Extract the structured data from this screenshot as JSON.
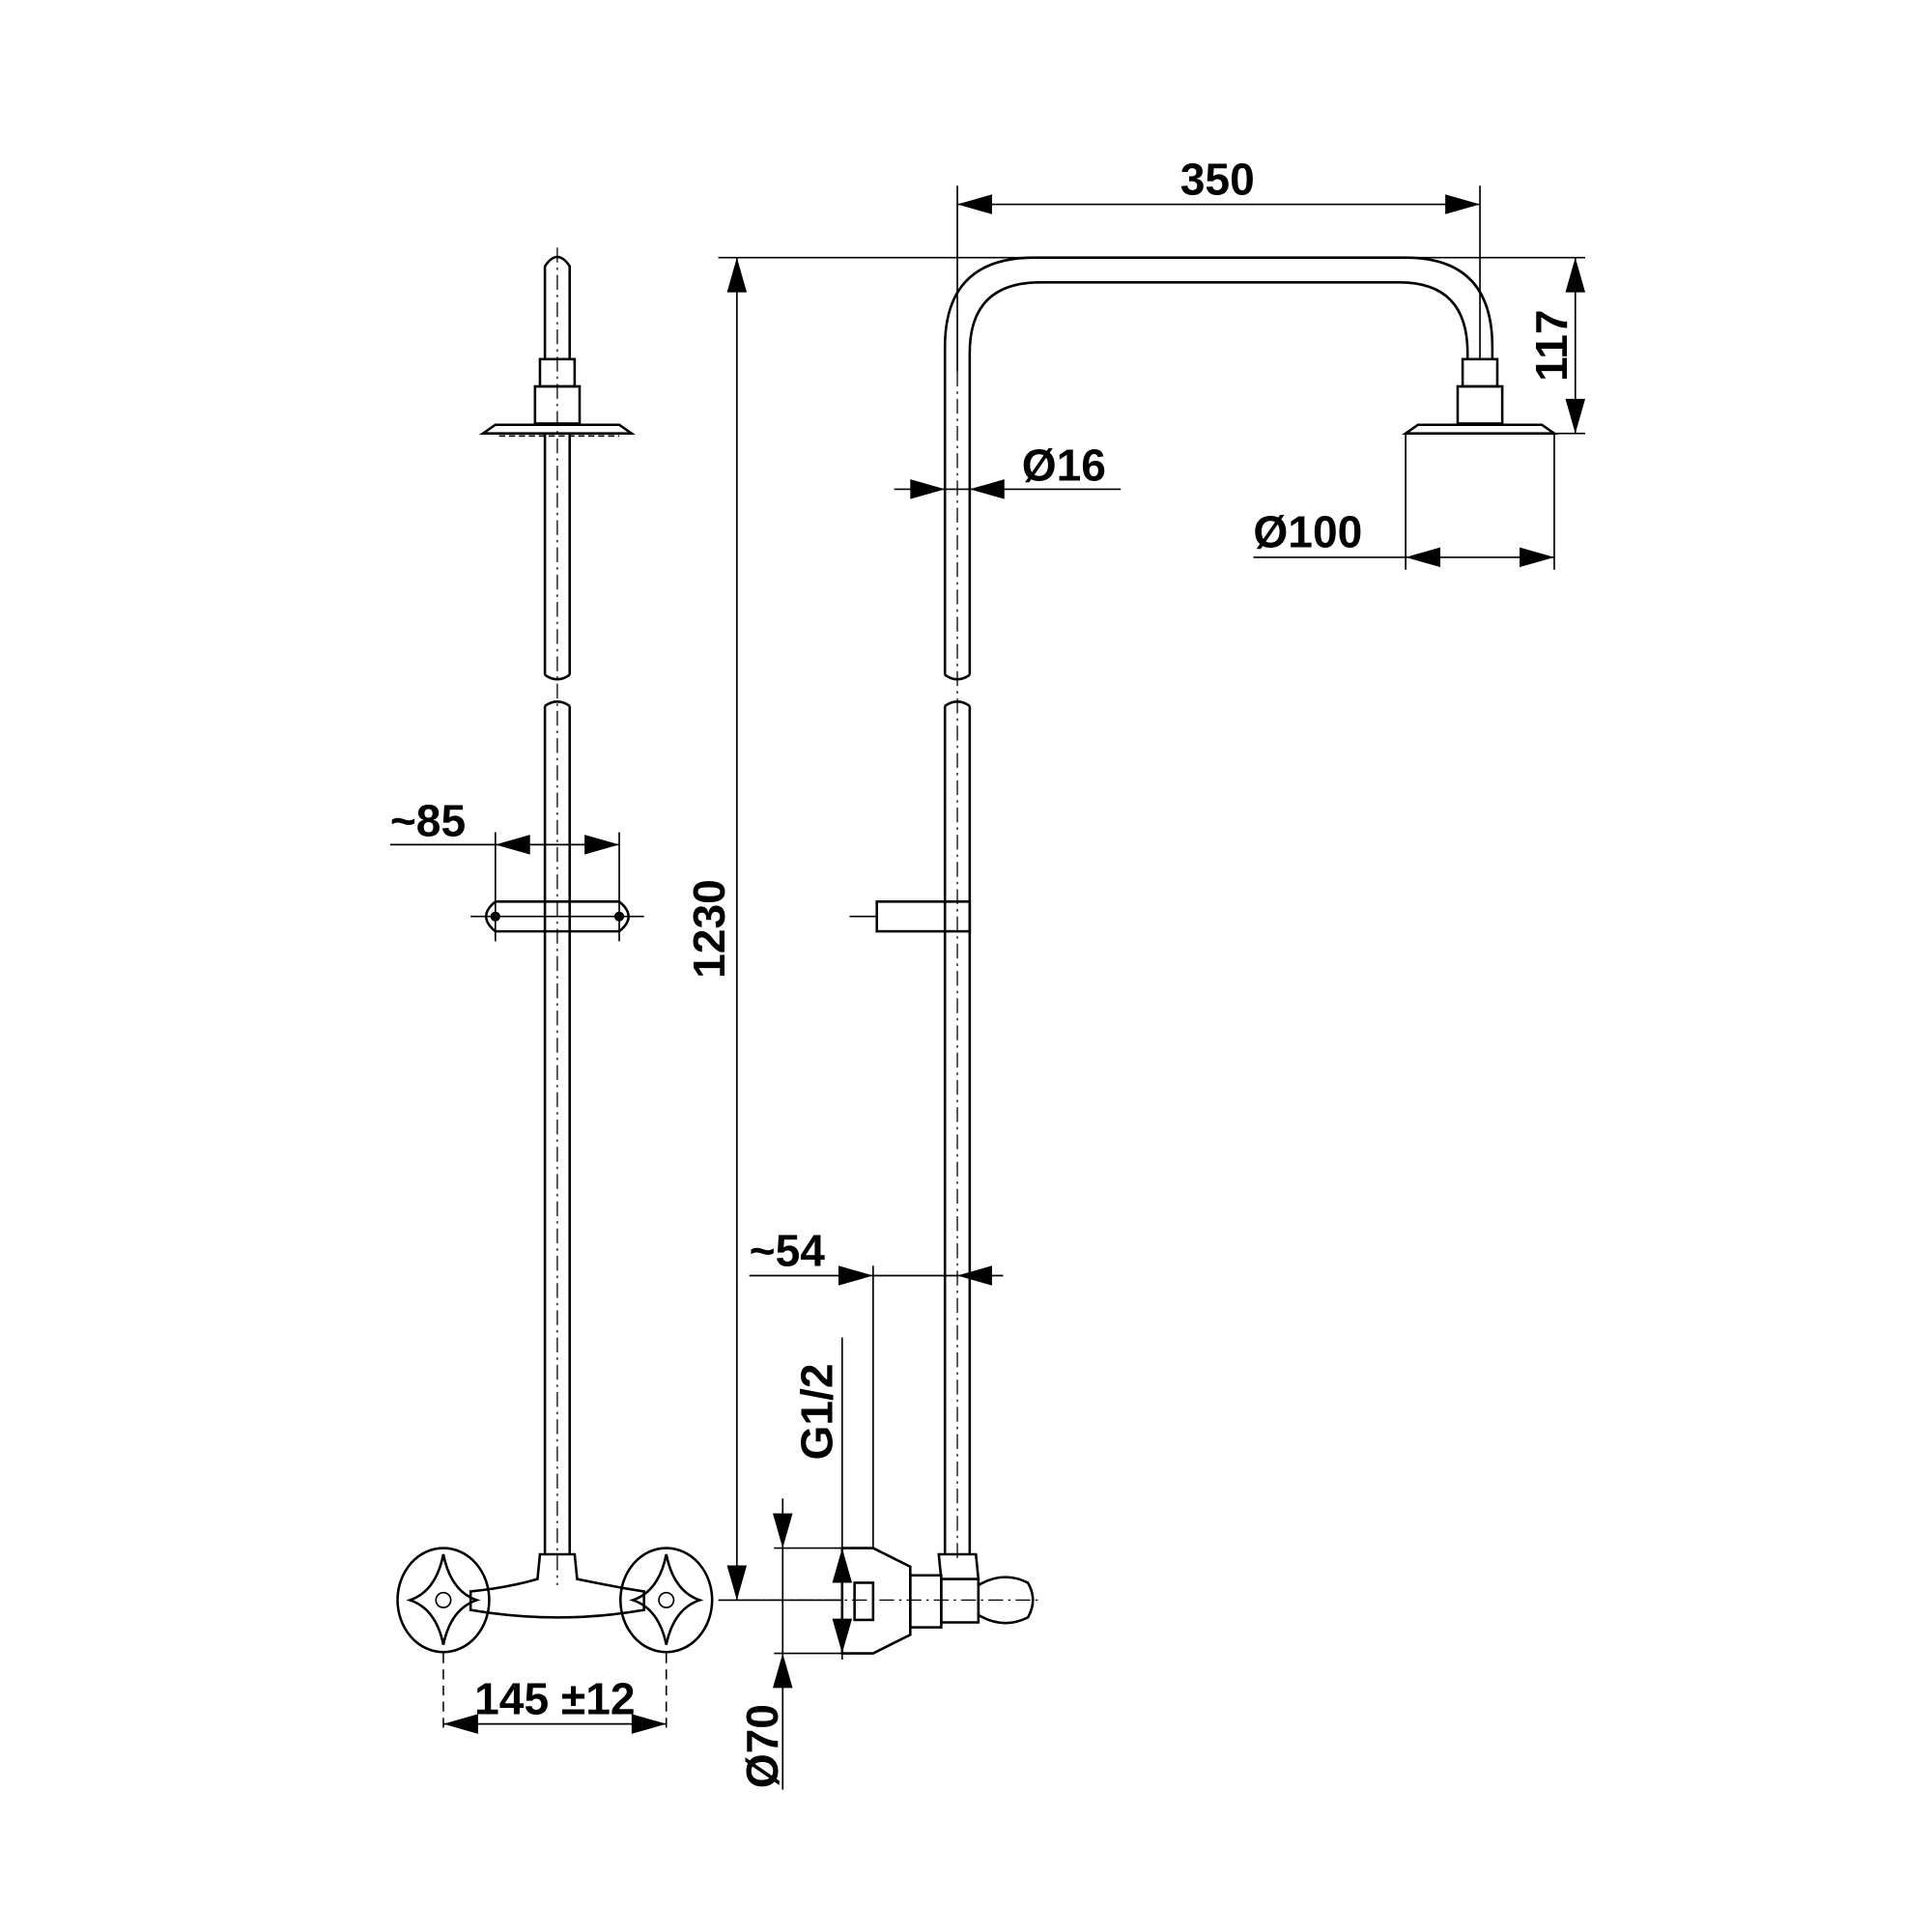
{
  "drawing": {
    "dimensions": {
      "arm_length": "350",
      "total_height": "1230",
      "head_drop": "117",
      "pipe_diameter": "Ø16",
      "head_diameter": "Ø100",
      "holder_width": "~85",
      "wall_offset": "~54",
      "thread": "G1/2",
      "escutcheon_diameter": "Ø70",
      "centers": "145 ±12"
    }
  }
}
